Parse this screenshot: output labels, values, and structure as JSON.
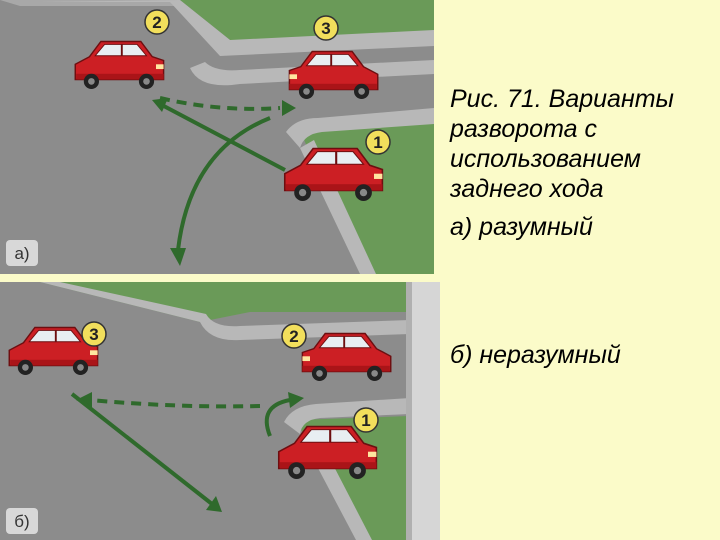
{
  "caption": {
    "title_lines": [
      "Рис. 71. Варианты",
      "разворота с",
      "использованием",
      "заднего хода"
    ],
    "option_a": "а) разумный",
    "option_b": "б) неразумный"
  },
  "panel_a": {
    "label": "а)",
    "markers": [
      "1",
      "2",
      "3"
    ]
  },
  "panel_b": {
    "label": "б)",
    "markers": [
      "1",
      "2",
      "3"
    ]
  },
  "colors": {
    "background": "#fbfbc9",
    "grass": "#6a9a58",
    "road": "#8c8c8c",
    "curb": "#b8b8b8",
    "car_red": "#cc1f24",
    "arrow_green": "#2f6a2c",
    "marker_yellow": "#f2df5c"
  }
}
